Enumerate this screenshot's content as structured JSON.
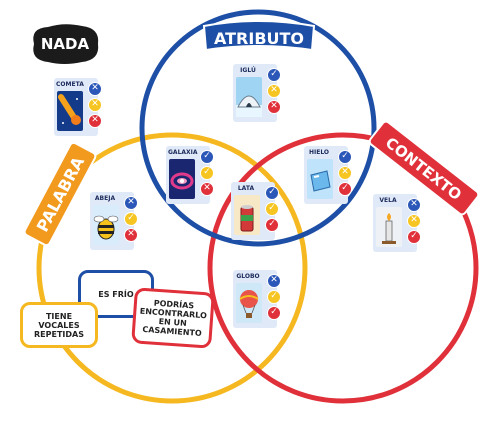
{
  "labels": {
    "nada": "NADA",
    "atributo": "ATRIBUTO",
    "palabra": "PALABRA",
    "contexto": "CONTEXTO"
  },
  "cards": {
    "cometa": "COMETA",
    "iglu": "IGLÚ",
    "galaxia": "GALAXIA",
    "hielo": "HIELO",
    "abeja": "ABEJA",
    "lata": "LATA",
    "vela": "VELA",
    "globo": "GLOBO"
  },
  "clues": {
    "es_frio": "ES FRÍO",
    "tiene_vocales": "TIENE VOCALES REPETIDAS",
    "podrias": "PODRÍAS ENCONTRARLO EN UN CASAMIENTO"
  },
  "marks": {
    "check": "✓",
    "cross": "✕"
  },
  "colors": {
    "atributo": "#1e4fa6",
    "palabra": "#f5b820",
    "contexto": "#e0303a",
    "nada": "#1b1b1b"
  }
}
